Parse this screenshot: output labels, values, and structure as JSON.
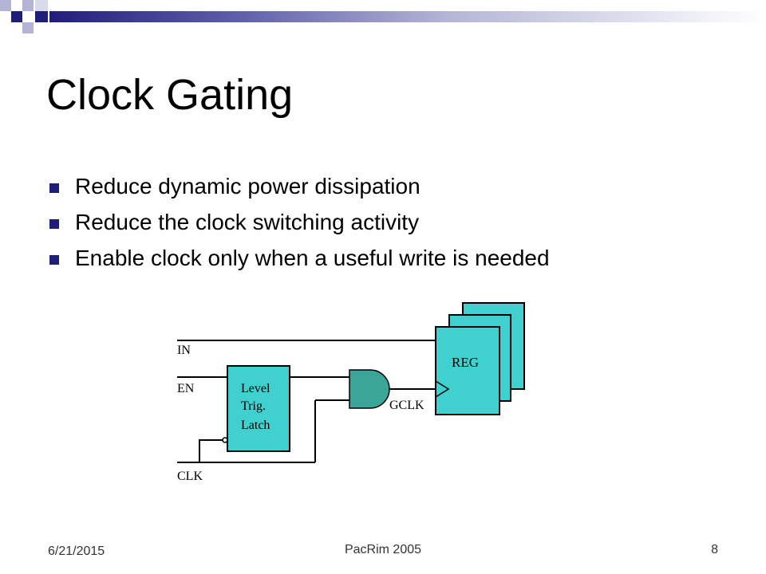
{
  "slide": {
    "title": "Clock Gating",
    "bullets": [
      "Reduce dynamic power dissipation",
      "Reduce the clock switching activity",
      "Enable clock only when a useful write is needed"
    ]
  },
  "diagram": {
    "signals": {
      "in": "IN",
      "en": "EN",
      "clk": "CLK",
      "gclk": "GCLK"
    },
    "latch_label": [
      "Level",
      "Trig.",
      "Latch"
    ],
    "reg_label": "REG",
    "block_fill": "#40d0d0"
  },
  "footer": {
    "date": "6/21/2015",
    "center": "PacRim 2005",
    "page": "8"
  },
  "colors": {
    "accent_dark": "#1f1f7a",
    "accent_light": "#b3b3d6"
  }
}
